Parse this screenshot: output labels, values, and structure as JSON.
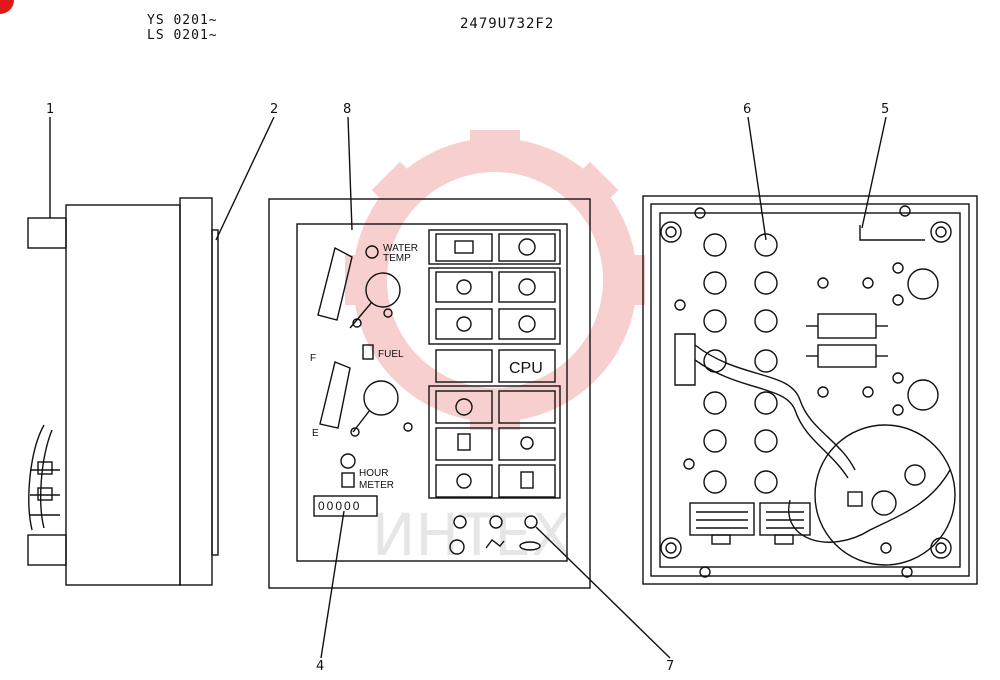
{
  "header": {
    "serial_line_1": "YS 0201~",
    "serial_line_2": "LS 0201~",
    "part_number": "2479U732F2"
  },
  "callouts": [
    "1",
    "2",
    "8",
    "6",
    "5",
    "4",
    "7"
  ],
  "panel": {
    "water_temp_1": "WATER",
    "water_temp_2": "TEMP",
    "fuel": "FUEL",
    "fuel_full": "F",
    "fuel_empty": "E",
    "hour_meter_1": "HOUR",
    "hour_meter_2": "METER",
    "hour_digits": "00000",
    "cpu": "CPU"
  },
  "watermark": "ИНТЕХ",
  "colors": {
    "line": "#111111",
    "watermark": "#f4a8a8",
    "corner": "#e01818"
  }
}
